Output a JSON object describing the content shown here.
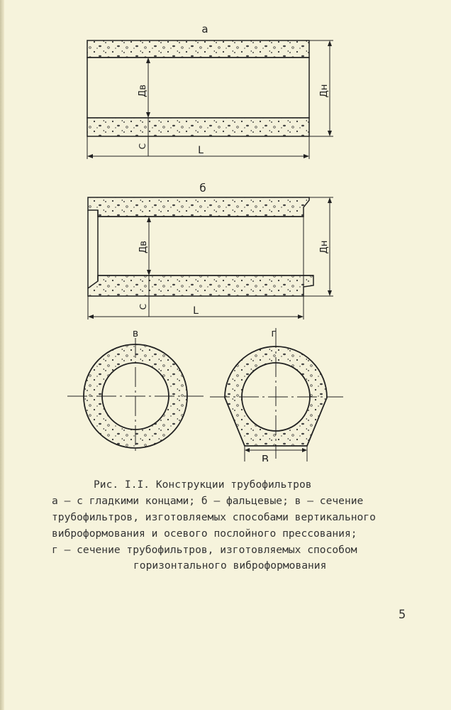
{
  "figure": {
    "label_a": "а",
    "label_b": "б",
    "label_v": "в",
    "label_g": "г",
    "dim_inner": "Дв",
    "dim_outer": "Дн",
    "dim_wall": "С",
    "dim_length": "L",
    "dim_base": "В"
  },
  "caption": {
    "title": "Рис. I.I. Конструкции трубофильтров",
    "line1": "а – с гладкими концами; б – фальцевые; в – сечение",
    "line2": "трубофильтров, изготовляемых способами вертикального",
    "line3": "виброформования и осевого послойного прессования;",
    "line4": "г – сечение трубофильтров, изготовляемых способом",
    "line5": "горизонтального виброформования"
  },
  "page_number": "5"
}
